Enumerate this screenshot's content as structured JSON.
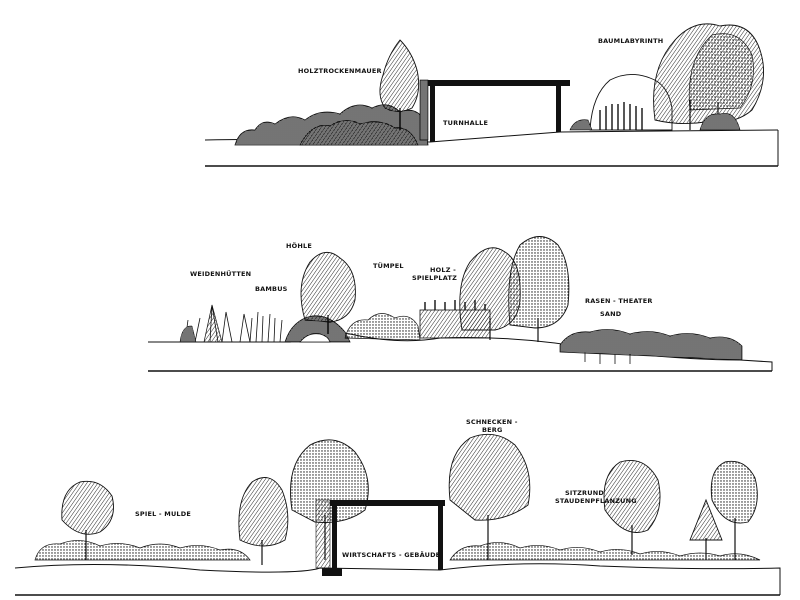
{
  "colors": {
    "ink": "#111111",
    "paper": "#ffffff",
    "shade": "#3a3a3a"
  },
  "sections": [
    {
      "id": "section-1",
      "labels": {
        "holztrockenmauer": "HOLZTROCKENMAUER",
        "turnhalle": "TURNHALLE",
        "baumlabyrinth": "BAUMLABYRINTH"
      }
    },
    {
      "id": "section-2",
      "labels": {
        "weidenhuetten": "WEIDENHÜTTEN",
        "bambus": "BAMBUS",
        "hoehle": "HÖHLE",
        "tuempel": "TÜMPEL",
        "holzspielplatz_1": "HOLZ -",
        "holzspielplatz_2": "SPIELPLATZ",
        "rasentheater": "RASEN - THEATER",
        "sand": "SAND"
      }
    },
    {
      "id": "section-3",
      "labels": {
        "spielmulde": "SPIEL - MULDE",
        "schneckenberg_1": "SCHNECKEN -",
        "schneckenberg_2": "BERG",
        "sitzrund_1": "SITZRUND",
        "sitzrund_2": "STAUDENPFLANZUNG",
        "wirtschaftsgebaeude": "WIRTSCHAFTS - GEBÄUDE"
      }
    }
  ]
}
